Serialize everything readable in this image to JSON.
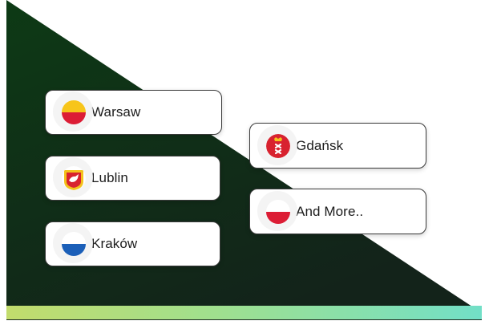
{
  "colors": {
    "background": "#ffffff",
    "triangle_top": "#0d3a15",
    "triangle_bottom": "#13231a",
    "bar_start": "#c2dc6c",
    "bar_end": "#72dfc7"
  },
  "cities": [
    {
      "label": "Warsaw",
      "icon": "warsaw-flag-icon"
    },
    {
      "label": "Lublin",
      "icon": "lublin-coat-of-arms-icon"
    },
    {
      "label": "Kraków",
      "icon": "krakow-flag-icon"
    },
    {
      "label": "Gdańsk",
      "icon": "gdansk-coat-of-arms-icon"
    },
    {
      "label": "And More..",
      "icon": "poland-flag-icon"
    }
  ]
}
